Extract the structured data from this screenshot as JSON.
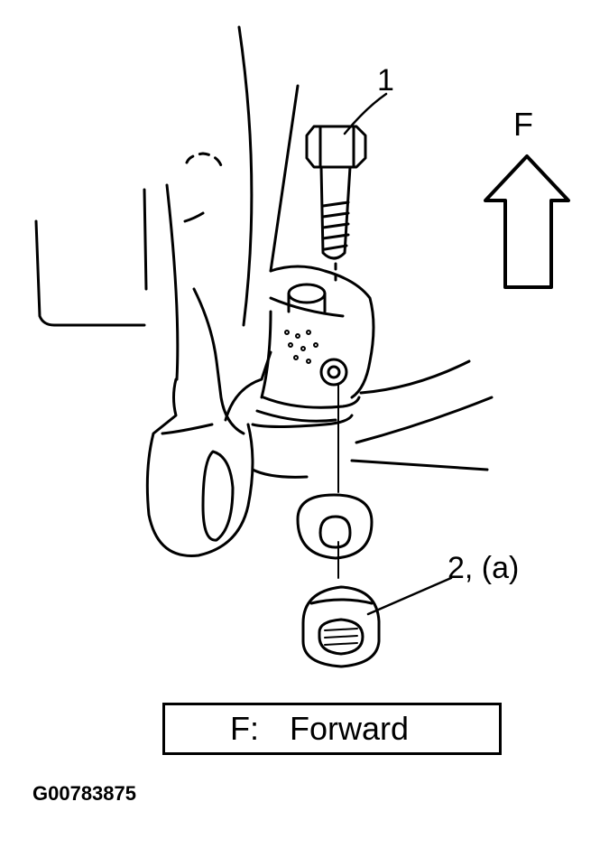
{
  "labels": {
    "callout_1": "1",
    "callout_2": "2, (a)",
    "direction": "F"
  },
  "legend": {
    "key": "F:",
    "value": "Forward"
  },
  "figure_id": "G00783875",
  "icons": [
    "forward-arrow-icon"
  ],
  "colors": {
    "ink": "#000000",
    "paper": "#ffffff"
  }
}
